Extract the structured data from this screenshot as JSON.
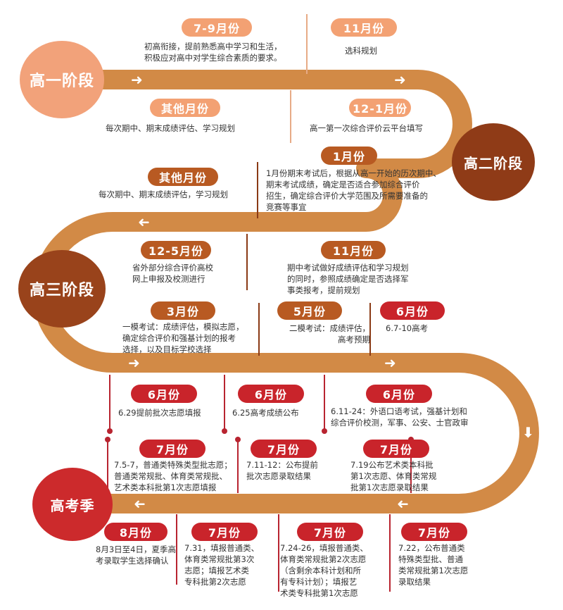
{
  "colors": {
    "track": "#d28a46",
    "stage1": "#f2a27a",
    "stage2": "#8f3b17",
    "stage3": "#99431b",
    "stage4": "#cc2a2c",
    "tag_light": "#f3a173",
    "tag_dark": "#b85a22",
    "tag_red": "#c9242b"
  },
  "stages": {
    "s1": "高一阶段",
    "s2": "高二阶段",
    "s3": "高三阶段",
    "s4": "高考季"
  },
  "items": {
    "i1": {
      "tag": "7-9月份",
      "text": "初高衔接，提前熟悉高中学习和生活，\n积极应对高中对学生综合素质的要求。"
    },
    "i2": {
      "tag": "11月份",
      "text": "选科规划"
    },
    "i3": {
      "tag": "其他月份",
      "text": "每次期中、期末成绩评估、学习规划"
    },
    "i4": {
      "tag": "12-1月份",
      "text": "高一第一次综合评价云平台填写"
    },
    "i5": {
      "tag": "1月份",
      "text": "1月份期末考试后，根据从高一开始的历次期中、\n期末考试成绩，确定是否适合参加综合评价\n招生，确定综合评价大学范围及所需要准备的\n竞赛等事宜"
    },
    "i6": {
      "tag": "其他月份",
      "text": "每次期中、期末成绩评估，学习规划"
    },
    "i7": {
      "tag": "12-5月份",
      "text": "省外部分综合评价高校\n网上申报及校测进行"
    },
    "i8": {
      "tag": "11月份",
      "text": "期中考试做好成绩评估和学习规划\n的同时，参照成绩确定是否选择军\n事类报考，提前规划"
    },
    "i9": {
      "tag": "3月份",
      "text": "一模考试：成绩评估，模拟志愿，\n确定综合评价和强基计划的报考\n选择，以及目标学校选择"
    },
    "i10": {
      "tag": "5月份",
      "text": "二模考试：成绩评估，\n高考预期"
    },
    "i11": {
      "tag": "6月份",
      "text": "6.7-10高考"
    },
    "i12": {
      "tag": "6月份",
      "text": "6.29提前批次志愿填报"
    },
    "i13": {
      "tag": "6月份",
      "text": "6.25高考成绩公布"
    },
    "i14": {
      "tag": "6月份",
      "text": "6.11-24：外语口语考试，强基计划和\n综合评价校测，军事、公安、士官政审"
    },
    "i15": {
      "tag": "7月份",
      "text": "7.5-7，普通类特殊类型批志愿；\n普通类常规批、体育类常规批、\n艺术类本科批第1次志愿填报"
    },
    "i16": {
      "tag": "7月份",
      "text": "7.11-12：公布提前\n批次志愿录取结果"
    },
    "i17": {
      "tag": "7月份",
      "text": "7.19公布艺术类本科批\n第1次志愿、体育类常规\n批第1次志愿录取结果"
    },
    "i18": {
      "tag": "8月份",
      "text": "8月3日至4日，夏季高\n考录取学生选择确认"
    },
    "i19": {
      "tag": "7月份",
      "text": "7.31，填报普通类、\n体育类常规批第3次\n志愿；填报艺术类\n专科批第2次志愿"
    },
    "i20": {
      "tag": "7月份",
      "text": "7.24-26，填报普通类、\n体育类常规批第2次志愿\n（含剩余本科计划和所\n有专科计划）；填报艺\n术类专科批第1次志愿"
    },
    "i21": {
      "tag": "7月份",
      "text": "7.22，公布普通类\n特殊类型批、普通\n类常规批第1次志愿\n录取结果"
    }
  }
}
